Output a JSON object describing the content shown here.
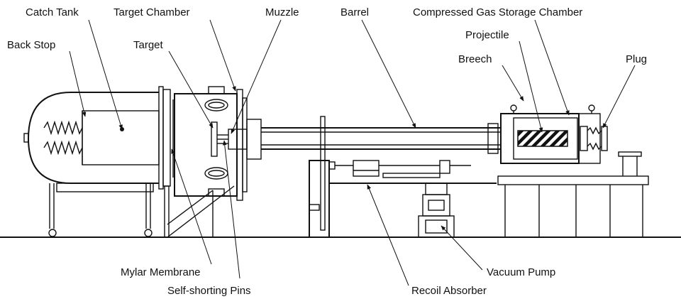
{
  "diagram": {
    "labels": {
      "catch_tank": "Catch Tank",
      "target_chamber": "Target Chamber",
      "muzzle": "Muzzle",
      "barrel": "Barrel",
      "compressed_gas": "Compressed Gas Storage Chamber",
      "back_stop": "Back Stop",
      "target": "Target",
      "projectile": "Projectile",
      "breech": "Breech",
      "plug": "Plug",
      "mylar_membrane": "Mylar Membrane",
      "self_shorting_pins": "Self-shorting Pins",
      "vacuum_pump": "Vacuum Pump",
      "recoil_absorber": "Recoil Absorber"
    },
    "colors": {
      "line": "#111111",
      "background": "#ffffff"
    }
  }
}
